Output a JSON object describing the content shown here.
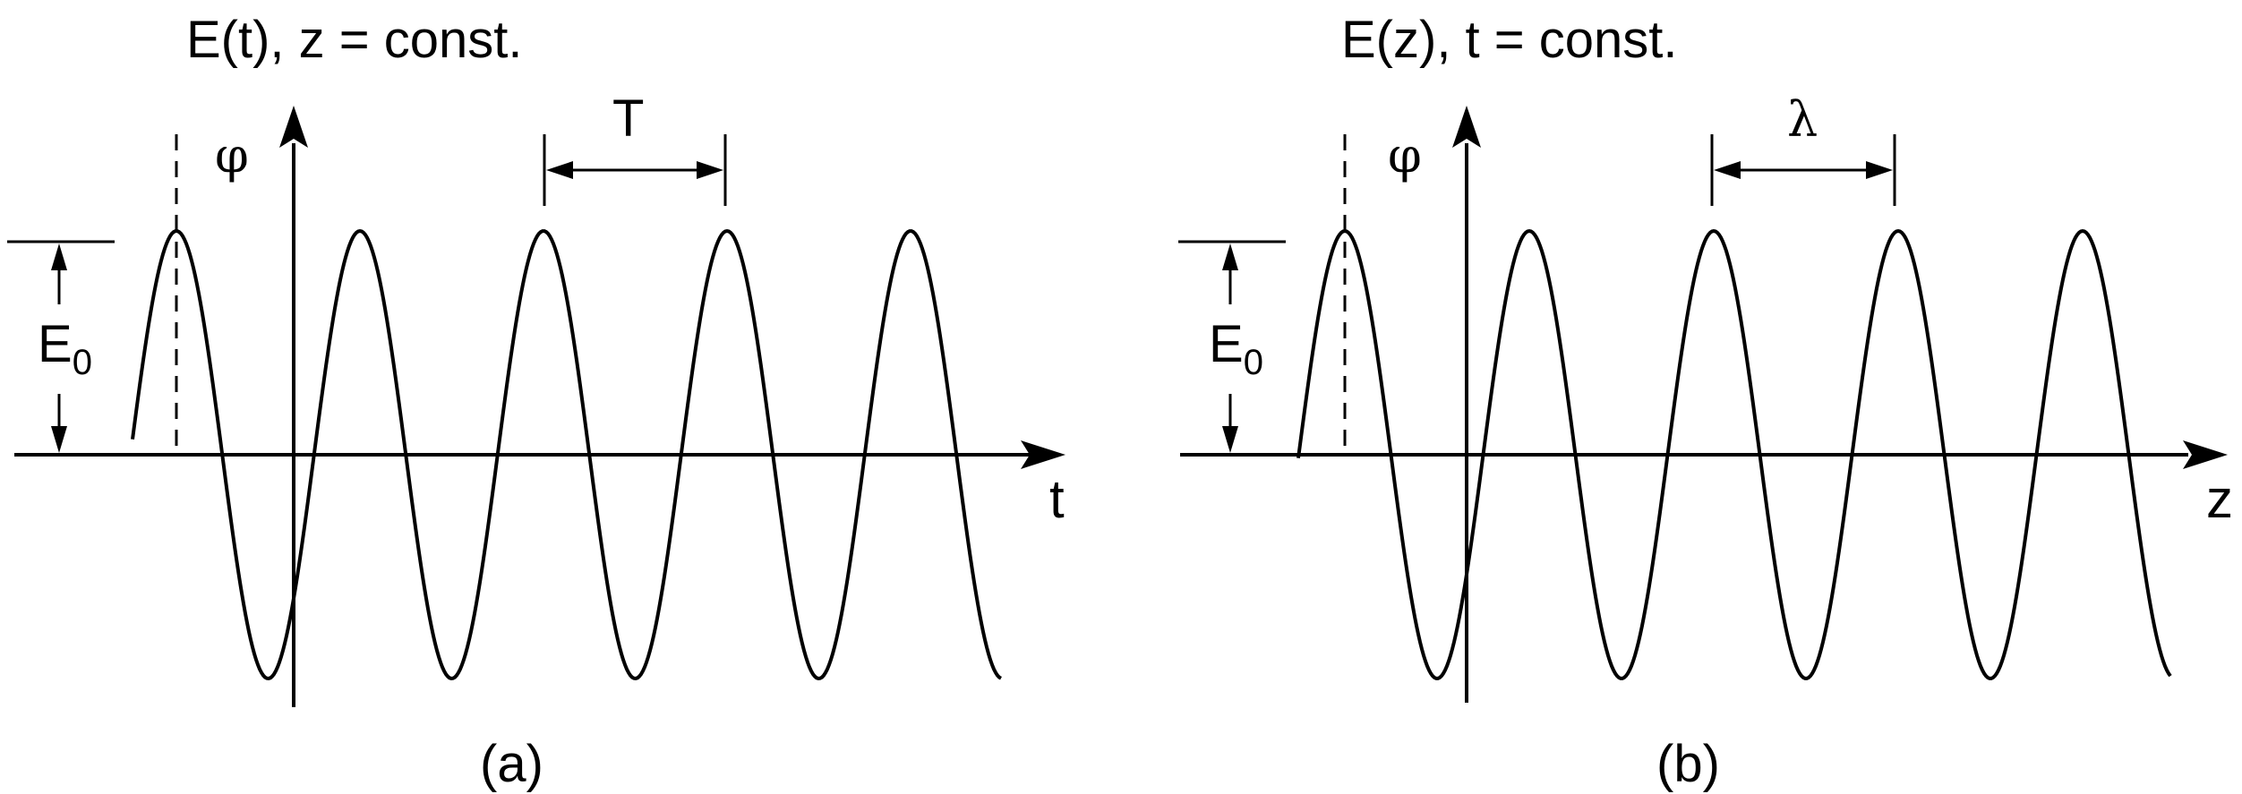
{
  "panels": [
    {
      "title": "E(t), z = const.",
      "axis_label": "t",
      "phase_label": "φ",
      "amplitude_label": "E",
      "amplitude_subscript": "0",
      "period_label": "T",
      "caption": "(a)"
    },
    {
      "title": "E(z), t = const.",
      "axis_label": "z",
      "phase_label": "φ",
      "amplitude_label": "E",
      "amplitude_subscript": "0",
      "period_label": "λ",
      "caption": "(b)"
    }
  ]
}
